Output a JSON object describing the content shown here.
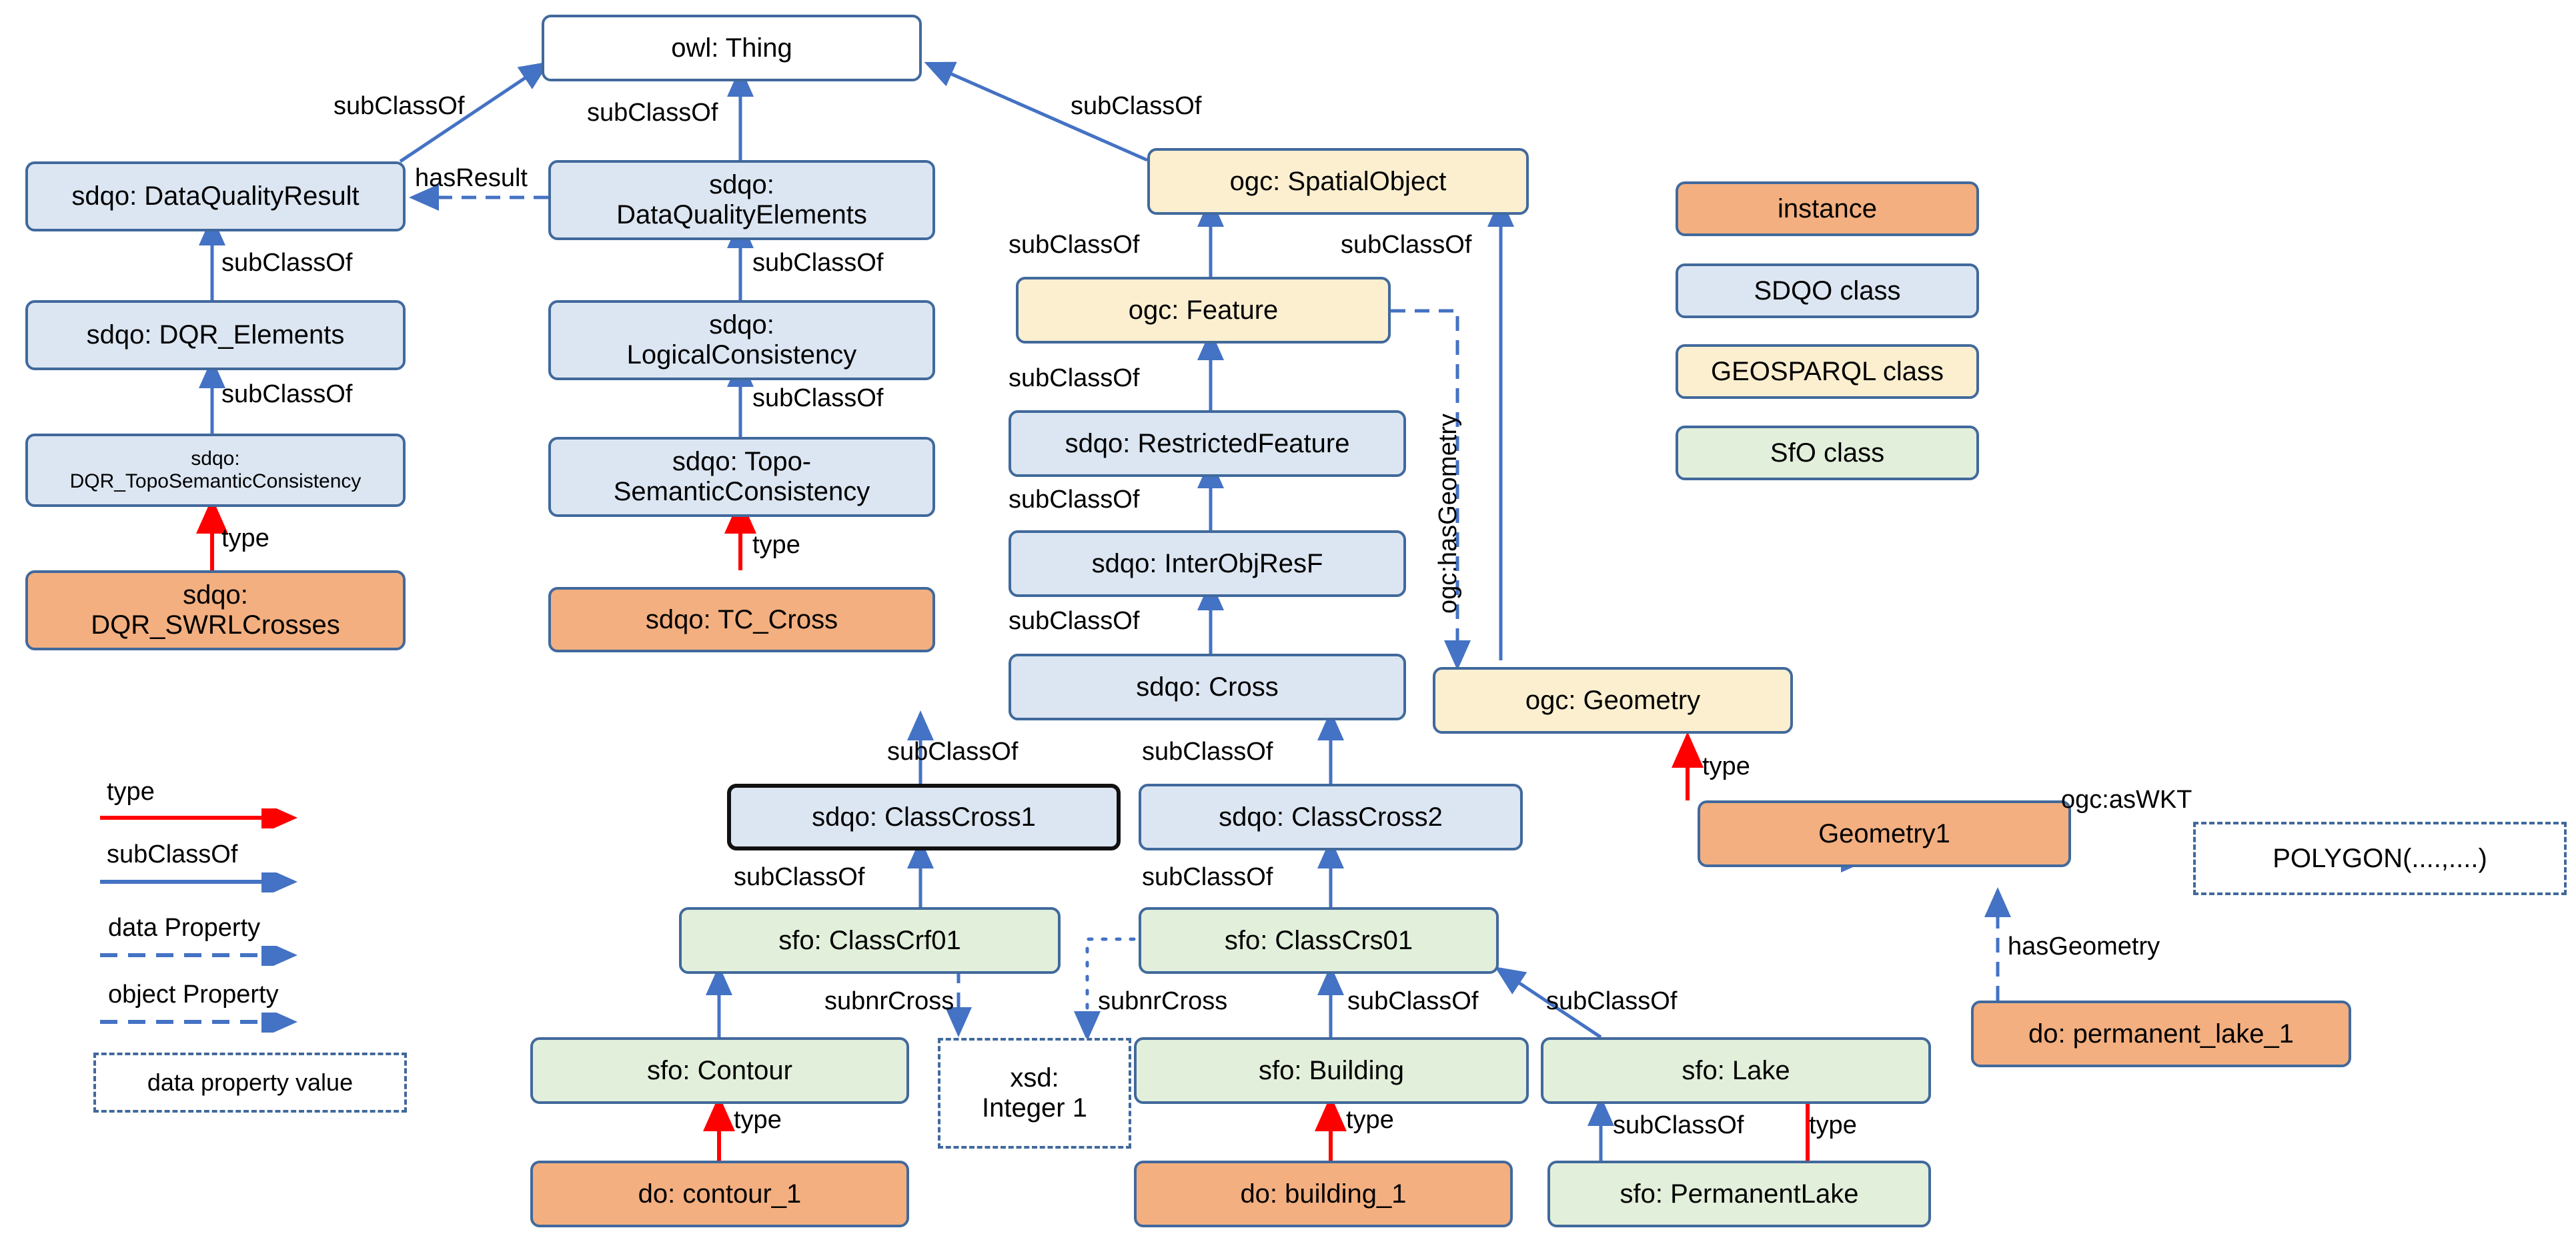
{
  "diagram": {
    "title": "SDQO / GeoSPARQL / SfO ontology alignment diagram",
    "colors": {
      "instance": "#F3AF80",
      "sdqo_class": "#DCE6F2",
      "geosparql_class": "#FBEFD0",
      "sfo_class": "#E2EFDA",
      "thing": "#FFFFFF",
      "border": "#41699C",
      "type_arrow": "#FF0000",
      "subclass_arrow": "#4472C4",
      "highlight_border": "#111111"
    }
  },
  "nodes": {
    "owl_thing": "owl: Thing",
    "dqr_result": "sdqo: DataQualityResult",
    "dq_elements": "sdqo:\nDataQualityElements",
    "dqr_elements": "sdqo: DQR_Elements",
    "logical_consistency": "sdqo:\nLogicalConsistency",
    "dqr_toposem": "sdqo:\nDQR_TopoSemanticConsistency",
    "topo_semantic": "sdqo: Topo-\nSemanticConsistency",
    "dqr_swrl": "sdqo:\nDQR_SWRLCrosses",
    "tc_cross": "sdqo: TC_Cross",
    "spatial_object": "ogc: SpatialObject",
    "feature": "ogc: Feature",
    "restricted_feature": "sdqo: RestrictedFeature",
    "inter_obj_res_f": "sdqo: InterObjResF",
    "cross": "sdqo: Cross",
    "geometry": "ogc: Geometry",
    "class_cross1": "sdqo: ClassCross1",
    "class_cross2": "sdqo: ClassCross2",
    "class_crf01": "sfo: ClassCrf01",
    "class_crs01": "sfo: ClassCrs01",
    "contour": "sfo: Contour",
    "building": "sfo: Building",
    "lake": "sfo: Lake",
    "permanent_lake": "sfo: PermanentLake",
    "contour_1": "do: contour_1",
    "building_1": "do: building_1",
    "geometry1": "Geometry1",
    "permanent_lake_1": "do: permanent_lake_1",
    "xsd_integer": "xsd:\nInteger 1",
    "polygon_value": "POLYGON(....,....)"
  },
  "edge_labels": {
    "subclass_thing_dqr": "subClassOf",
    "subclass_thing_dqe": "subClassOf",
    "subclass_thing_spatial": "subClassOf",
    "has_result": "hasResult",
    "subclass_dqrelem": "subClassOf",
    "subclass_dqrtopo": "subClassOf",
    "type_swrl": "type",
    "subclass_logical": "subClassOf",
    "subclass_toposem": "subClassOf",
    "type_tccross": "type",
    "subclass_feature": "subClassOf",
    "subclass_geometry": "subClassOf",
    "subclass_restricted": "subClassOf",
    "subclass_interobj": "subClassOf",
    "subclass_cross": "subClassOf",
    "has_geometry_prop": "ogc:hasGeometry",
    "subclass_cc1": "subClassOf",
    "subclass_cc2": "subClassOf",
    "subclass_crf01": "subClassOf",
    "subclass_crs01": "subClassOf",
    "subnr_cross_left": "subnrCross",
    "subnr_cross_right": "subnrCross",
    "subclass_building": "subClassOf",
    "subclass_lake": "subClassOf",
    "subclass_permanentlake": "subClassOf",
    "type_contour": "type",
    "type_building": "type",
    "type_geometry1": "type",
    "type_permanentlake": "type",
    "as_wkt": "ogc:asWKT",
    "has_geometry_inst": "hasGeometry"
  },
  "legend_colors": {
    "title": "Node colour legend",
    "items": [
      {
        "label": "instance",
        "key": "instance"
      },
      {
        "label": "SDQO  class",
        "key": "sdqo_class"
      },
      {
        "label": "GEOSPARQL class",
        "key": "geosparql_class"
      },
      {
        "label": "SfO class",
        "key": "sfo_class"
      }
    ]
  },
  "legend_edges": {
    "items": [
      {
        "label": "type",
        "style": "solid-red"
      },
      {
        "label": "subClassOf",
        "style": "solid-blue"
      },
      {
        "label": "data Property",
        "style": "dashed-blue"
      },
      {
        "label": "object Property",
        "style": "dashed-blue"
      },
      {
        "label": "data property value",
        "style": "dashed-box"
      }
    ]
  }
}
